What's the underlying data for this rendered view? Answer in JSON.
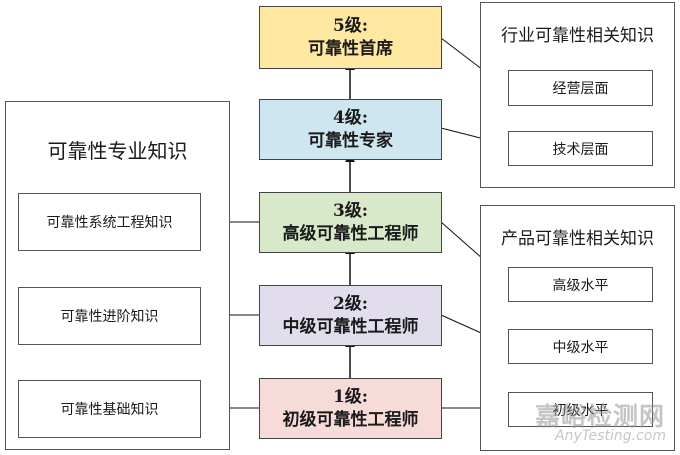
{
  "left_panel": {
    "title": "可靠性专业知识",
    "items": [
      "可靠性系统工程知识",
      "可靠性进阶知识",
      "可靠性基础知识"
    ]
  },
  "levels": [
    {
      "grade": "5级:",
      "name": "可靠性首席",
      "color": "#ffe9a0"
    },
    {
      "grade": "4级:",
      "name": "可靠性专家",
      "color": "#cde6f0"
    },
    {
      "grade": "3级:",
      "name": "高级可靠性工程师",
      "color": "#d7e9c9"
    },
    {
      "grade": "2级:",
      "name": "中级可靠性工程师",
      "color": "#e1dded"
    },
    {
      "grade": "1级:",
      "name": "初级可靠性工程师",
      "color": "#f6dbd8"
    }
  ],
  "industry_panel": {
    "title": "行业可靠性相关知识",
    "items": [
      "经营层面",
      "技术层面"
    ]
  },
  "product_panel": {
    "title": "产品可靠性相关知识",
    "items": [
      "高级水平",
      "中级水平",
      "初级水平"
    ]
  },
  "watermark": {
    "text_cn": "嘉峪检测网",
    "text_en": "AnyTesting.com"
  }
}
